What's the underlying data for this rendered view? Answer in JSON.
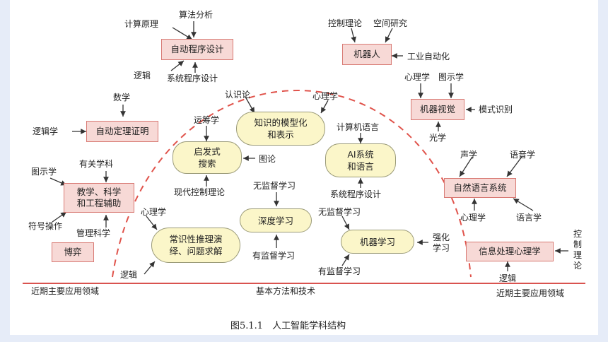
{
  "caption": "图5.1.1　人工智能学科结构",
  "baseline": {
    "left": "近期主要应用领域",
    "middle": "基本方法和技术",
    "right": "近期主要应用领域"
  },
  "left": {
    "auto_program": {
      "box": "自动程序设计",
      "top1": "计算原理",
      "top2": "算法分析",
      "bottom1": "逻辑",
      "bottom2": "系统程序设计"
    },
    "theorem": {
      "box": "自动定理证明",
      "top": "数学",
      "left": "逻辑学"
    },
    "teaching": {
      "box": "教学、科学\n和工程辅助",
      "top1": "图示学",
      "top2": "有关学科",
      "bottom1": "符号操作",
      "bottom2": "管理科学"
    },
    "game": {
      "box": "博弈"
    }
  },
  "center": {
    "knowledge": {
      "box": "知识的模型化\n和表示",
      "left": "认识论",
      "right": "心理学"
    },
    "heuristic": {
      "box": "启发式\n搜索",
      "top": "运筹学",
      "right": "图论",
      "bottom": "现代控制理论"
    },
    "ai_system": {
      "box": "AI系统\n和语言",
      "top": "计算机语言",
      "bottom": "系统程序设计"
    },
    "deep": {
      "box": "深度学习",
      "top": "无监督学习",
      "bottom": "有监督学习"
    },
    "commonsense": {
      "box": "常识性推理演\n绎、问题求解",
      "top": "心理学",
      "bottom": "逻辑"
    },
    "ml": {
      "box": "机器学习",
      "top": "无监督学习",
      "bottom": "有监督学习",
      "right": "强化\n学习"
    }
  },
  "right": {
    "robot": {
      "box": "机器人",
      "top1": "控制理论",
      "top2": "空间研究",
      "right": "工业自动化"
    },
    "vision": {
      "box": "机器视觉",
      "top1": "心理学",
      "top2": "图示学",
      "right": "模式识别",
      "bottom": "光学"
    },
    "nlp": {
      "box": "自然语言系统",
      "top1": "声学",
      "top2": "语音学",
      "bottom1": "心理学",
      "bottom2": "语言学"
    },
    "info": {
      "box": "信息处理心理学",
      "right": "控制理论",
      "bottom": "逻辑"
    }
  },
  "colors": {
    "pink_fill": "#f7d9d6",
    "pink_border": "#d87a74",
    "yellow_fill": "#fbf6c9",
    "dashed_curve": "#e0534b",
    "baseline": "#d9534f"
  }
}
